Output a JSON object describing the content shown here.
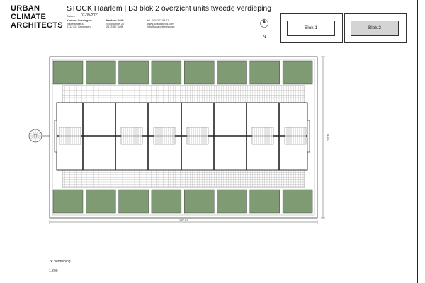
{
  "brand": {
    "line1": "URBAN",
    "line2": "CLIMATE",
    "line3": "ARCHITECTS"
  },
  "header": {
    "title": "STOCK Haarlem | B3 blok 2 overzicht units tweede verdieping",
    "date_label": "Datum",
    "date_value": "07-09-2021"
  },
  "offices": {
    "groningen": {
      "head": "Kantoor Groningen:",
      "line1": "Zuiderstraat 44",
      "line2": "9712 KC  Groningen"
    },
    "delft": {
      "head": "Kantoor Delft:",
      "line1": "Spoorsingel 22",
      "line2": "2613 BE  Delft"
    },
    "contact": {
      "phone": "tel. 085-273 54 11",
      "web": "www.ucarchitects.com",
      "email": "info@ucarchitects.com"
    }
  },
  "north": {
    "label": "N"
  },
  "keymap": [
    {
      "label": "Blok 1",
      "highlighted": false
    },
    {
      "label": "Blok 2",
      "highlighted": true
    }
  ],
  "dimensions": {
    "width": "50770",
    "depth": "21640"
  },
  "drawing": {
    "floor": "2e Verdieping",
    "scale": "1:200"
  },
  "colors": {
    "terrace": "#7e9b73",
    "line": "#333333",
    "paving_grid": "#9a9a9a"
  }
}
